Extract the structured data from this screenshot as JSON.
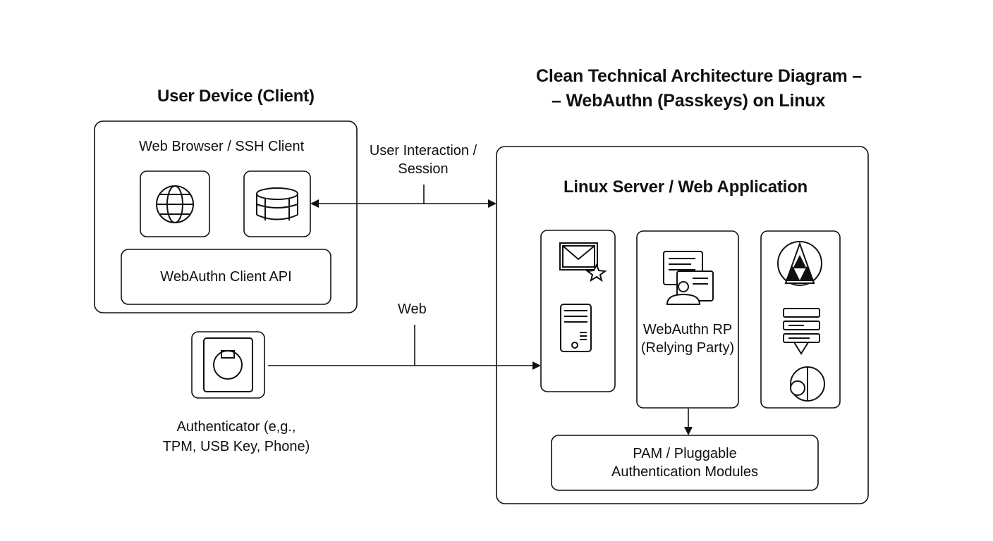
{
  "title": {
    "line1": "Clean Technical Architecture Diagram –",
    "line2": "– WebAuthn (Passkeys) on Linux"
  },
  "client": {
    "heading": "User Device (Client)",
    "browser_label": "Web Browser / SSH Client",
    "api_label": "WebAuthn Client API"
  },
  "connections": {
    "session_line1": "User Interaction /",
    "session_line2": "Session",
    "web_label": "Web"
  },
  "authenticator": {
    "label_line1": "Authenticator (e,g.,",
    "label_line2": "TPM, USB Key, Phone)"
  },
  "server": {
    "heading": "Linux Server / Web Application",
    "rp_line1": "WebAuthn RP",
    "rp_line2": "(Relying Party)",
    "pam_line1": "PAM / Pluggable",
    "pam_line2": "Authentication Modules"
  },
  "colors": {
    "stroke": "#111111",
    "background": "#ffffff"
  },
  "icons": [
    "globe-icon",
    "cylinder-icon",
    "security-key-icon",
    "mail-icon",
    "server-icon",
    "documents-user-icon",
    "triangle-logo-icon",
    "list-chat-icon",
    "half-circle-icon"
  ]
}
